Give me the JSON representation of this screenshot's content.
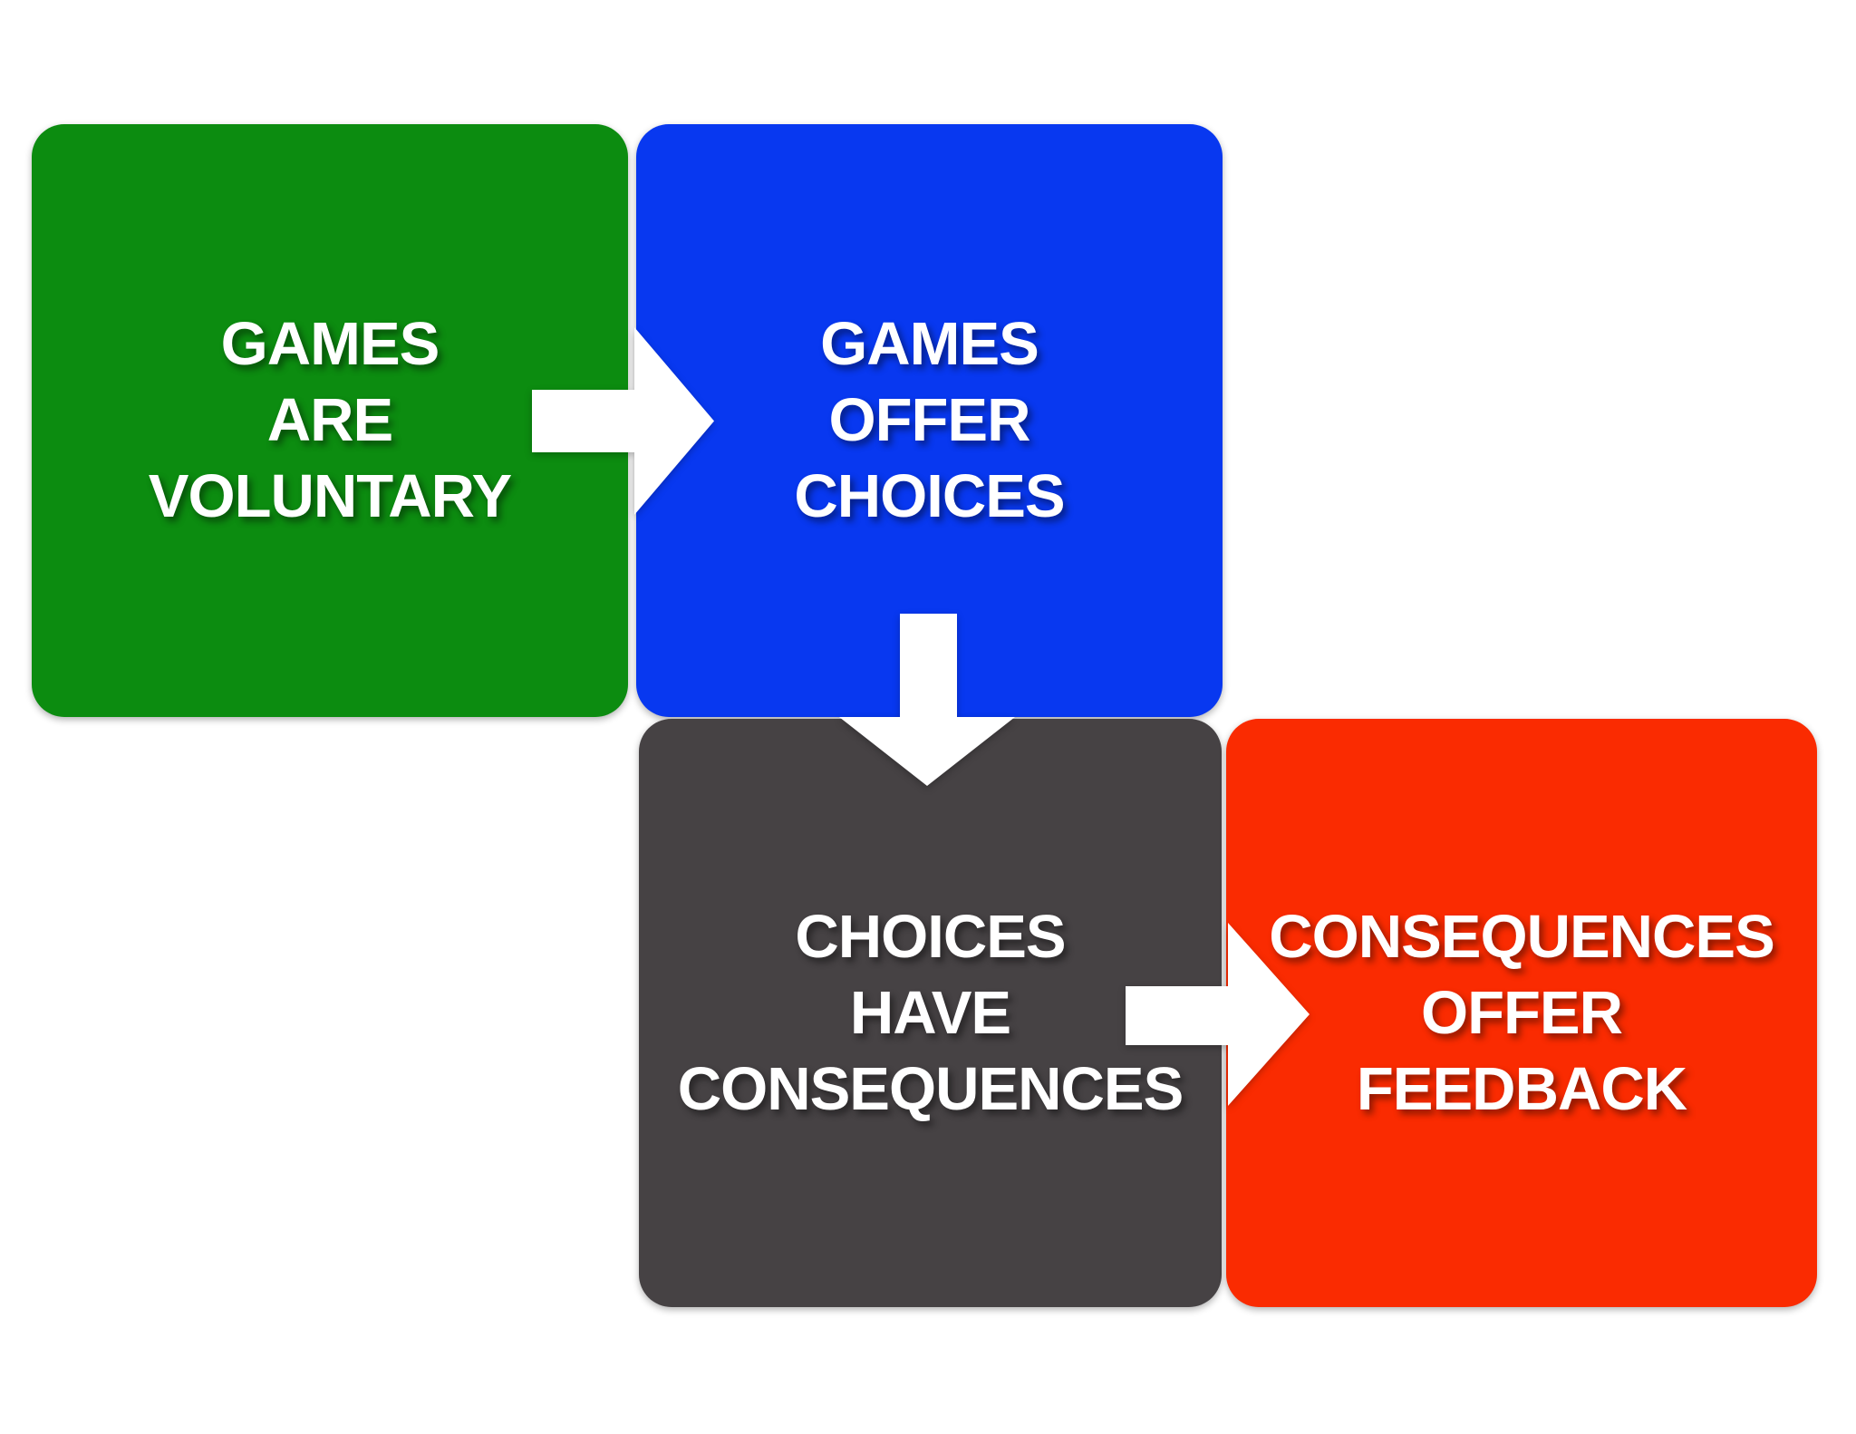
{
  "diagram": {
    "background_color": "#ffffff",
    "arrow_color": "#ffffff",
    "text_color": "#ffffff",
    "boxes": [
      {
        "id": "games-are-voluntary",
        "text": "GAMES\nARE\nVOLUNTARY",
        "color": "#0c8c10"
      },
      {
        "id": "games-offer-choices",
        "text": "GAMES\nOFFER\nCHOICES",
        "color": "#0838f0"
      },
      {
        "id": "choices-have-consequences",
        "text": "CHOICES\nHAVE\nCONSEQUENCES",
        "color": "#464244"
      },
      {
        "id": "consequences-offer-feedback",
        "text": "CONSEQUENCES\nOFFER\nFEEDBACK",
        "color": "#fa2b01"
      }
    ],
    "arrows": [
      {
        "id": "arrow-voluntary-to-choices",
        "direction": "right"
      },
      {
        "id": "arrow-choices-to-consequences",
        "direction": "down"
      },
      {
        "id": "arrow-consequences-to-feedback",
        "direction": "right"
      }
    ]
  }
}
